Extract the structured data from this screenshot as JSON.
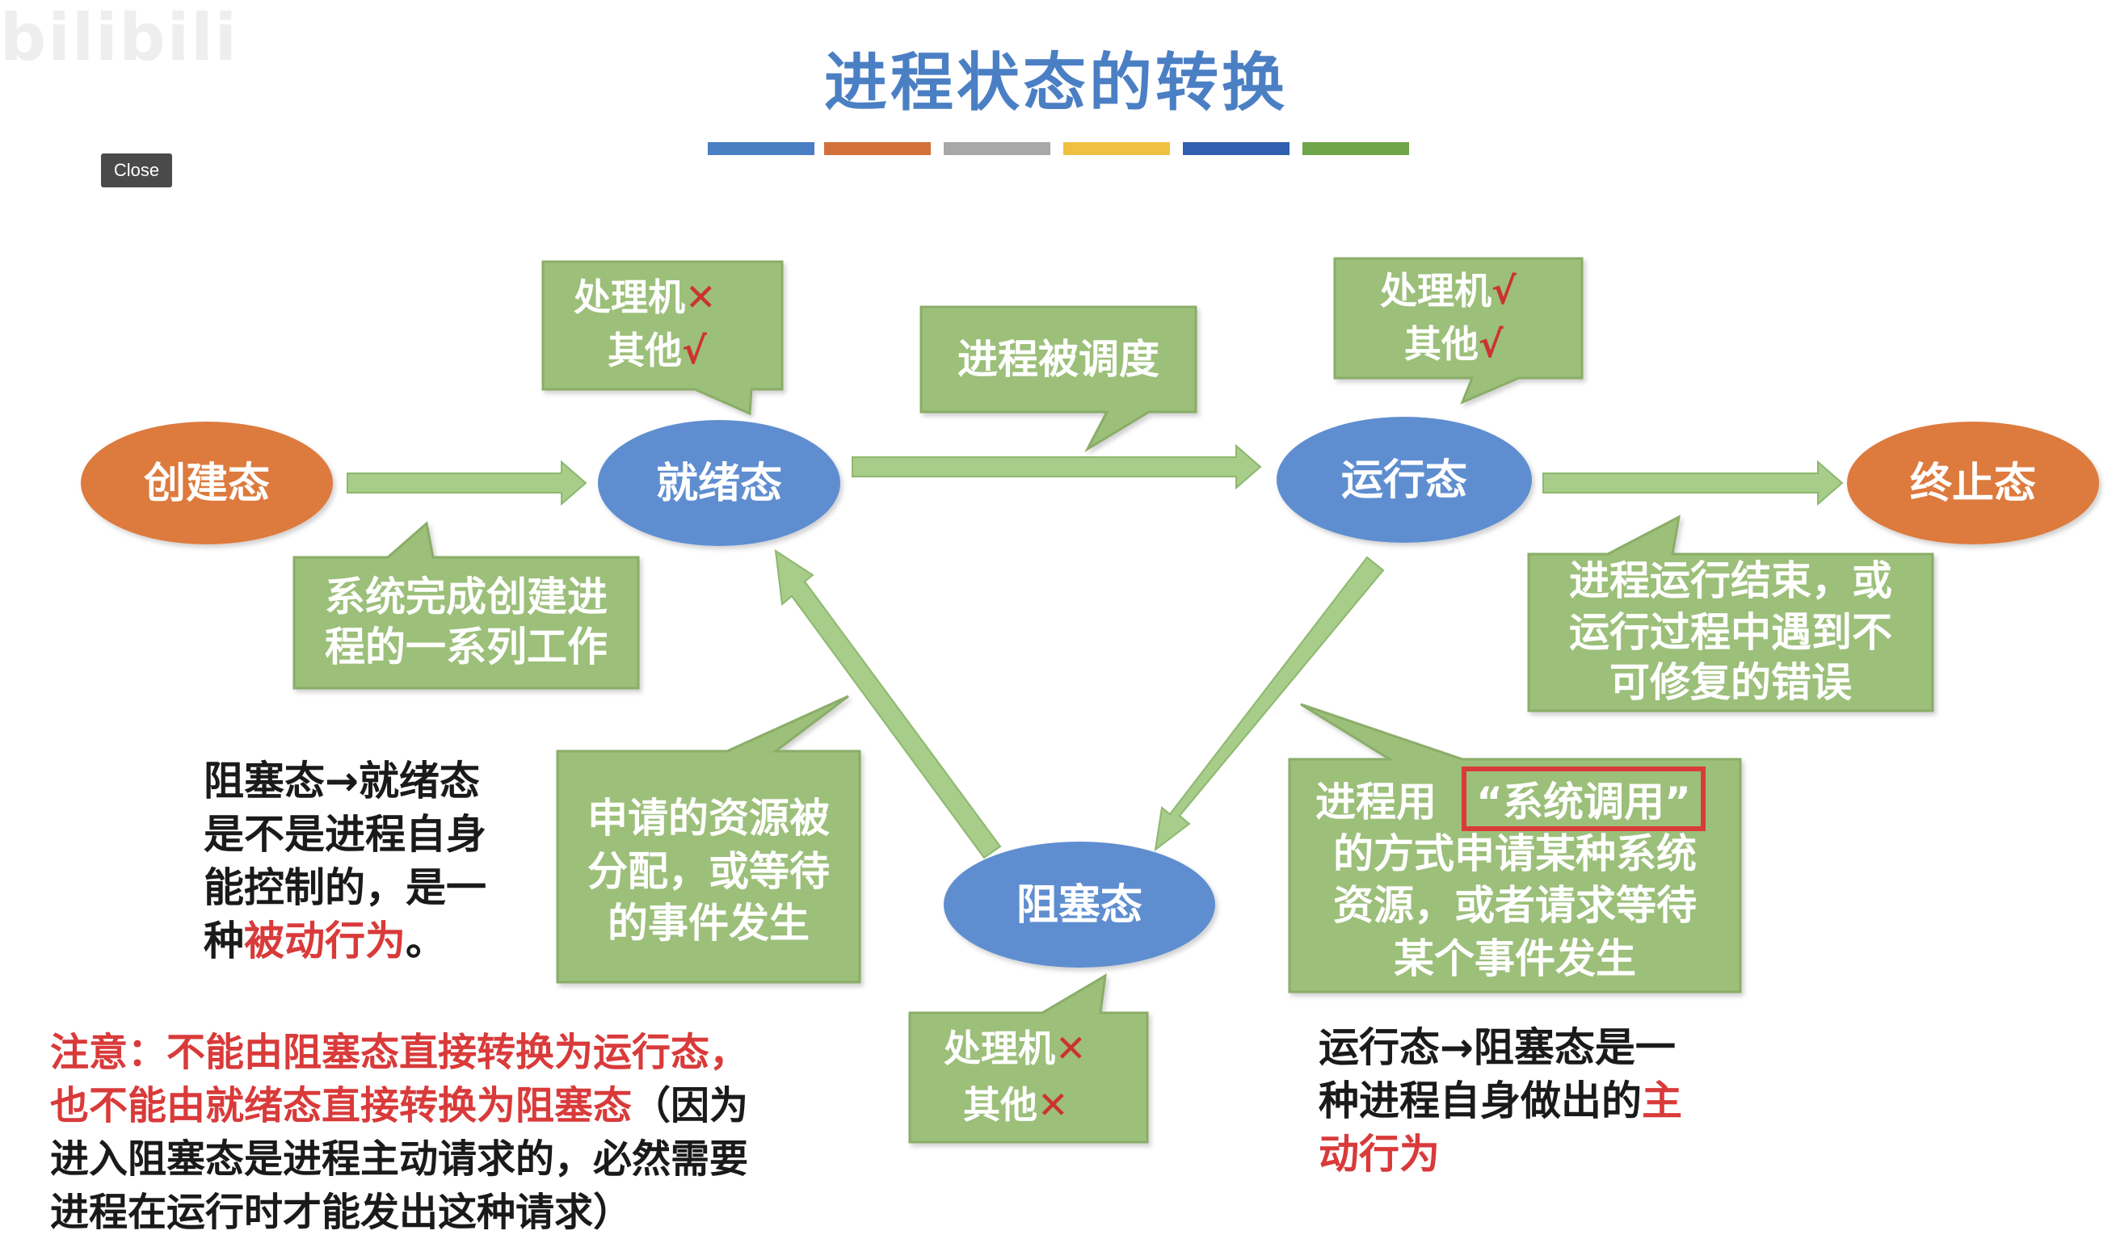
{
  "watermark": "bilibili",
  "close_label": "Close",
  "title": "进程状态的转换",
  "title_bar_colors": [
    "#4a7fc3",
    "#d2713a",
    "#a8a8a8",
    "#f0c040",
    "#2f5fae",
    "#6fa548"
  ],
  "colors": {
    "state_orange": "#dd7a3c",
    "state_blue": "#5f8ed0",
    "callout_green": "#9cbf7a",
    "arrow_green": "#a8cc8a",
    "check": "#cc3333",
    "accent_red": "#d93a3a"
  },
  "states": {
    "create": "创建态",
    "ready": "就绪态",
    "running": "运行态",
    "terminate": "终止态",
    "blocked": "阻塞态"
  },
  "callouts": {
    "ready_cpu": "处理机",
    "ready_cpu_mark": "✕",
    "ready_other": "其他",
    "ready_other_mark": "√",
    "run_cpu": "处理机",
    "run_cpu_mark": "√",
    "run_other": "其他",
    "run_other_mark": "√",
    "block_cpu": "处理机",
    "block_cpu_mark": "✕",
    "block_other": "其他",
    "block_other_mark": "✕",
    "scheduled": "进程被调度",
    "create_line1": "系统完成创建进",
    "create_line2": "程的一系列工作",
    "end_line1": "进程运行结束，或",
    "end_line2": "运行过程中遇到不",
    "end_line3": "可修复的错误",
    "resource_line1": "申请的资源被",
    "resource_line2": "分配，或等待",
    "resource_line3": "的事件发生",
    "syscall_prefix": "进程用",
    "syscall_highlight": "“系统调用”",
    "syscall_line2": "的方式申请某种系统",
    "syscall_line3": "资源，或者请求等待",
    "syscall_line4": "某个事件发生"
  },
  "notes": {
    "passive_line1": "阻塞态→就绪态",
    "passive_line2": "是不是进程自身",
    "passive_line3": "能控制的，是一",
    "passive_line4_prefix": "种",
    "passive_line4_red": "被动行为",
    "passive_line4_suffix": "。",
    "active_line1": "运行态→阻塞态是一",
    "active_line2_prefix": "种进程自身做出的",
    "active_line2_red": "主",
    "active_line3_red": "动行为",
    "warning_line1_red": "注意：不能由阻塞态直接转换为运行态，",
    "warning_line2_red": "也不能由就绪态直接转换为阻塞态",
    "warning_line2_suffix": "（因为",
    "warning_line3": "进入阻塞态是进程主动请求的，必然需要",
    "warning_line4": "进程在运行时才能发出这种请求）"
  }
}
